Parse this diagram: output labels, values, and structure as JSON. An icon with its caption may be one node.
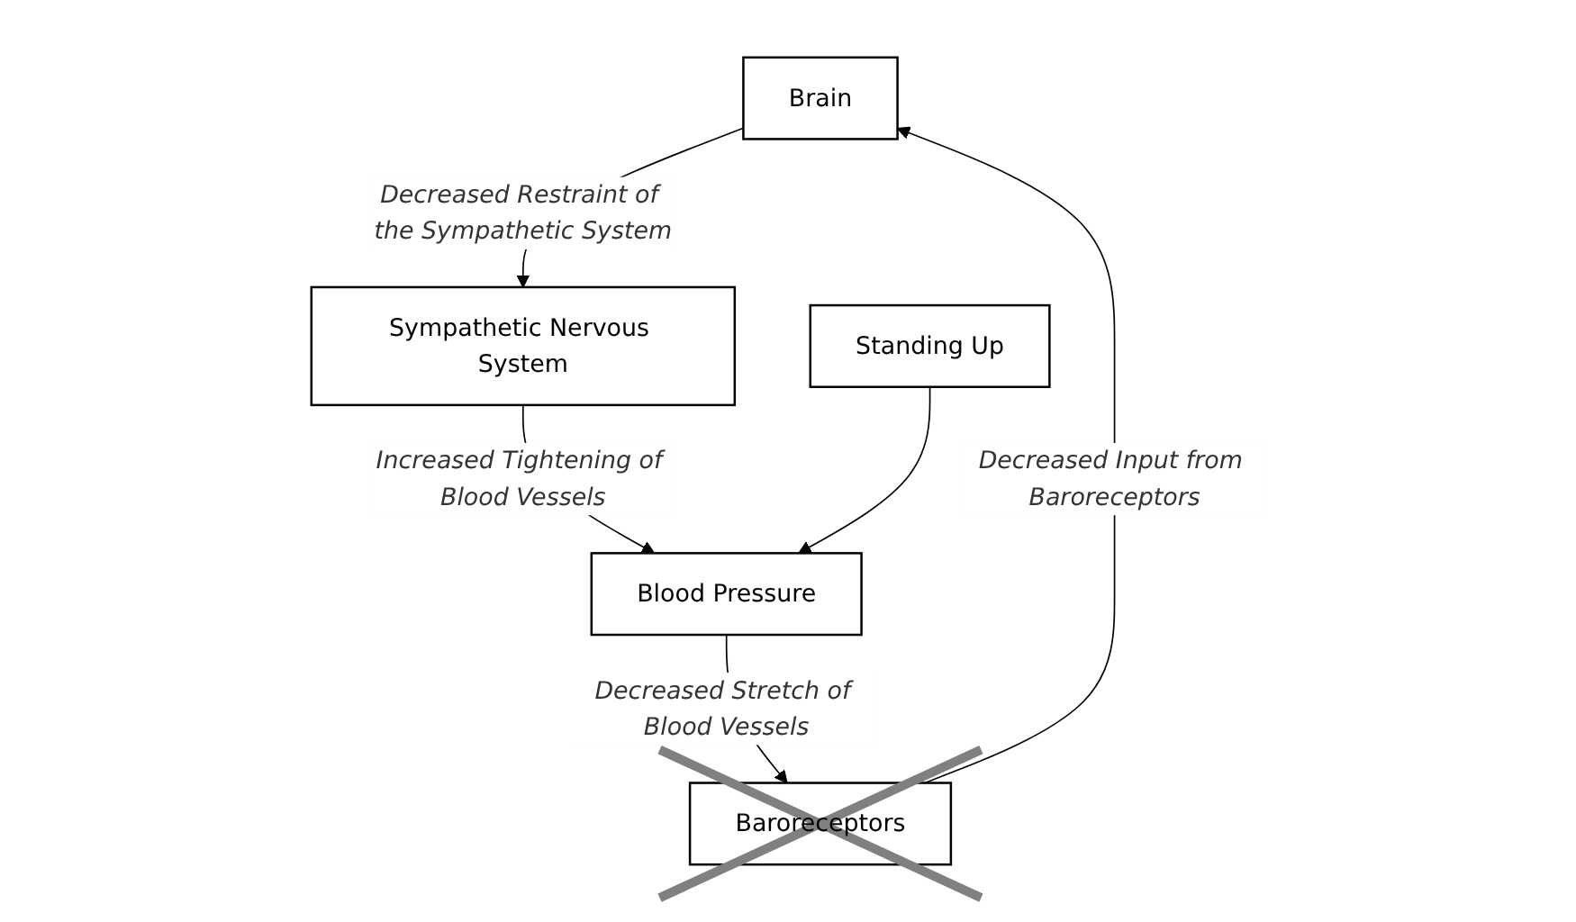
{
  "diagram": {
    "nodes": [
      {
        "text": [
          "Brain"
        ]
      },
      {
        "text": [
          "Baroreceptors"
        ]
      },
      {
        "text": [
          "Sympathetic Nervous System"
        ]
      },
      {
        "text": [
          "Blood Pressure"
        ]
      },
      {
        "text": [
          "Standing Up"
        ]
      }
    ],
    "edges": [
      {
        "from": 1,
        "to": 0,
        "arrow": "to",
        "label": "Decreased Input from Baroreceptors"
      },
      {
        "from": 0,
        "to": 2,
        "arrow": "to",
        "label": "Decreased Restraint of the Sympathetic System"
      },
      {
        "from": 2,
        "to": 3,
        "arrow": "to",
        "label": "Increased Tightening of Blood Vessels"
      },
      {
        "from": 3,
        "to": 1,
        "arrow": "to",
        "label": "Decreased Stretch of Blood Vessels"
      },
      {
        "from": 4,
        "to": 3,
        "arrow": "to"
      }
    ]
  }
}
